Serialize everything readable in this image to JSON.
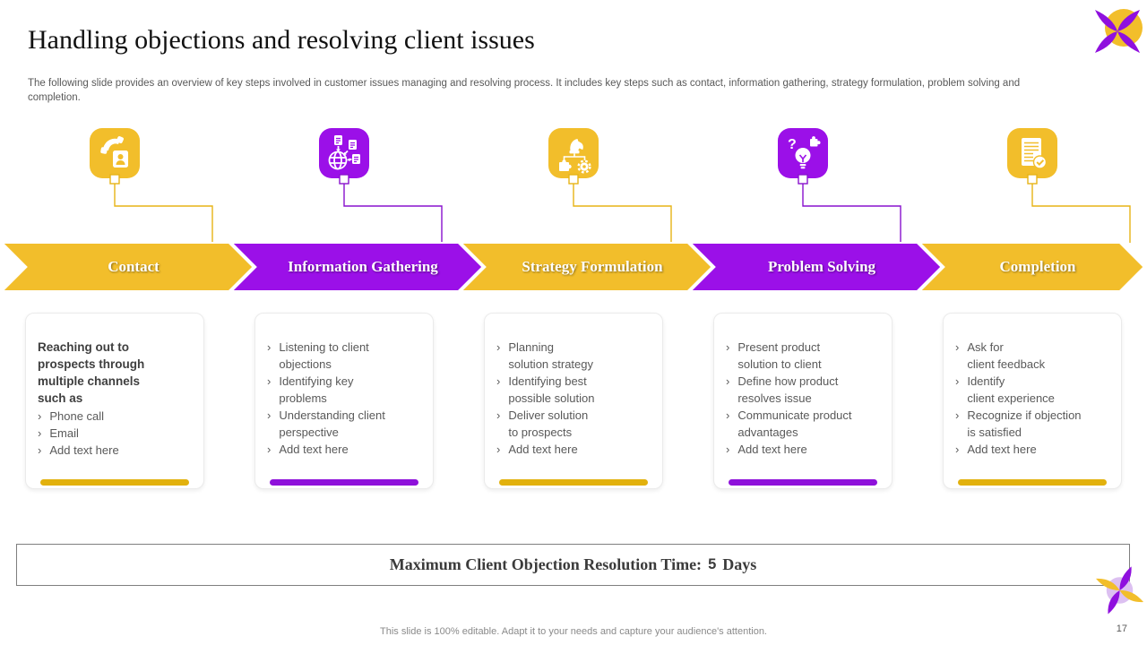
{
  "slide": {
    "title": "Handling objections and resolving client issues",
    "subtitle": "The following slide provides an overview of key steps involved in customer issues managing and resolving process. It includes key steps such as  contact, information gathering, strategy formulation, problem solving and completion.",
    "footer": "This slide is 100% editable. Adapt it to your needs and capture your audience's attention.",
    "page_number": "17"
  },
  "colors": {
    "yellow": "#F2BE2B",
    "purple": "#9B10E8"
  },
  "ui": {
    "bullet_marker": "›"
  },
  "logos": {
    "top": "petal-flower-logo",
    "bottom": "petal-flower-logo"
  },
  "steps": [
    {
      "label": "Contact",
      "color": "yellow",
      "icon": "phone-contact-icon",
      "intro": "Reaching out to\nprospects through\nmultiple channels\nsuch as",
      "bullets": [
        "Phone call",
        "Email",
        "Add text here"
      ]
    },
    {
      "label": "Information Gathering",
      "color": "purple",
      "icon": "globe-share-icon",
      "intro": "",
      "bullets": [
        "Listening to client\nobjections",
        "Identifying key\nproblems",
        "Understanding client\nperspective",
        "Add text here"
      ]
    },
    {
      "label": "Strategy Formulation",
      "color": "yellow",
      "icon": "strategy-knight-icon",
      "intro": "",
      "bullets": [
        "Planning\nsolution strategy",
        "Identifying best\npossible solution",
        "Deliver solution\nto prospects",
        "Add text here"
      ]
    },
    {
      "label": "Problem Solving",
      "color": "purple",
      "icon": "idea-bulb-icon",
      "intro": "",
      "bullets": [
        "Present product\nsolution to client",
        "Define how product\nresolves issue",
        "Communicate product\nadvantages",
        "Add text here"
      ]
    },
    {
      "label": "Completion",
      "color": "yellow",
      "icon": "document-check-icon",
      "intro": "",
      "bullets": [
        "Ask for\nclient feedback",
        "Identify\nclient experience",
        "Recognize if objection\nis satisfied",
        "Add text here"
      ]
    }
  ],
  "resolution": {
    "label": "Maximum Client Objection Resolution Time:",
    "value_number": "5",
    "value_unit": "Days"
  }
}
